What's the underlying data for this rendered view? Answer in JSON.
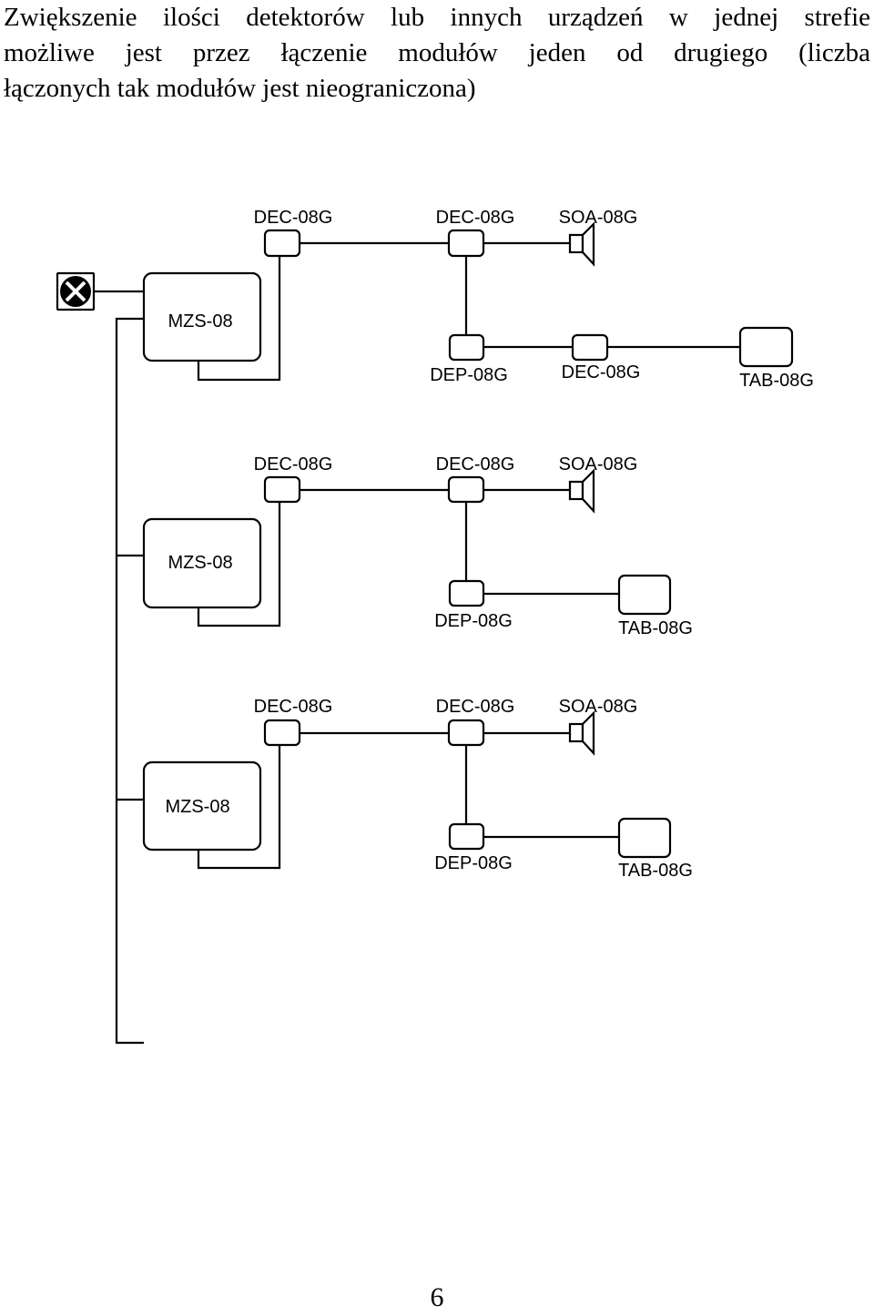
{
  "intro": {
    "line1": "Zwiększenie ilości detektorów lub innych urządzeń w jednej strefie",
    "line2": "możliwe jest przez łączenie modułów jeden od drugiego (liczba",
    "line3": "łączonych tak modułów jest nieograniczona)"
  },
  "diagram": {
    "zone1": {
      "mzs": "MZS-08",
      "dec_a": "DEC-08G",
      "dec_b": "DEC-08G",
      "soa": "SOA-08G",
      "dep": "DEP-08G",
      "dec_c": "DEC-08G",
      "tab": "TAB-08G"
    },
    "zone2": {
      "mzs": "MZS-08",
      "dec_a": "DEC-08G",
      "dec_b": "DEC-08G",
      "soa": "SOA-08G",
      "dep": "DEP-08G",
      "tab": "TAB-08G"
    },
    "zone3": {
      "mzs": "MZS-08",
      "dec_a": "DEC-08G",
      "dec_b": "DEC-08G",
      "soa": "SOA-08G",
      "dep": "DEP-08G",
      "tab": "TAB-08G"
    }
  },
  "footer": {
    "page_number": "6"
  }
}
